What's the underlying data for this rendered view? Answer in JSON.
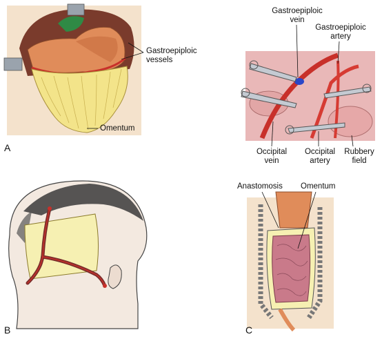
{
  "figure": {
    "panel_letters": {
      "a": "A",
      "b": "B",
      "c_top": "",
      "c_bottom": "C"
    },
    "panel_a": {
      "gastroepiploic_vessels": [
        "Gastroepiploic",
        "vessels"
      ],
      "omentum": "Omentum"
    },
    "panel_right_top": {
      "gastroepiploic_vein": [
        "Gastroepiploic",
        "vein"
      ],
      "gastroepiploic_artery": [
        "Gastroepiploic",
        "artery"
      ],
      "occipital_vein": [
        "Occipital",
        "vein"
      ],
      "occipital_artery": [
        "Occipital",
        "artery"
      ],
      "rubbery_field": [
        "Rubbery",
        "field"
      ]
    },
    "panel_c": {
      "anastomosis": "Anastomosis",
      "omentum": "Omentum"
    }
  },
  "colors": {
    "skin_bg": "#f3dfc9",
    "stomach": "#e08c5a",
    "omentum": "#f3e48a",
    "vessel_red": "#c8302a",
    "vein_dark": "#7a2e2c",
    "steel": "#9aa3ad",
    "rubbery_field": "#e7b4b4"
  }
}
